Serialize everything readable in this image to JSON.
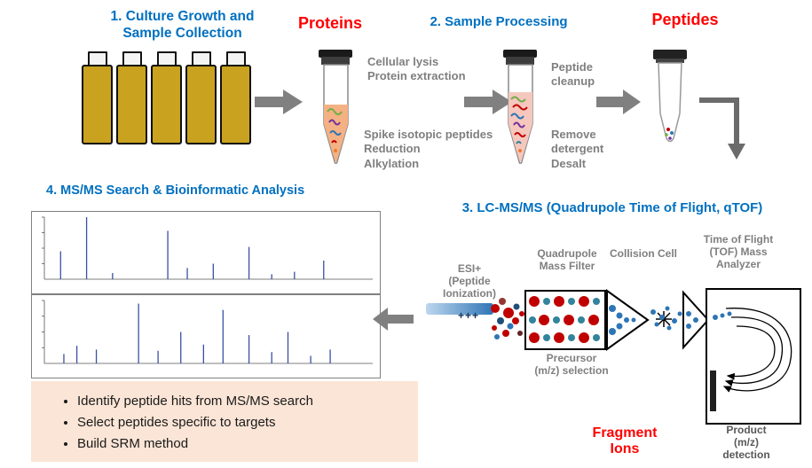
{
  "step1_title": "1. Culture Growth and\nSample Collection",
  "proteins_label": "Proteins",
  "step2_title": "2. Sample Processing",
  "peptides_label": "Peptides",
  "annotations": {
    "lysis": "Cellular lysis\nProtein extraction",
    "spike": "Spike isotopic peptides\nReduction\nAlkylation",
    "cleanup": "Peptide\ncleanup",
    "detergent": "Remove\ndetergent\nDesalt"
  },
  "step4_title": "4. MS/MS Search & Bioinformatic Analysis",
  "step3_title": "3. LC-MS/MS (Quadrupole Time of Flight, qTOF)",
  "qtof": {
    "esi": "ESI+\n(Peptide\nIonization)",
    "plus": "+++",
    "quadrupole": "Quadrupole\nMass Filter",
    "collision": "Collision Cell",
    "tof": "Time of Flight\n(TOF) Mass\nAnalyzer",
    "precursor": "Precursor\n(m/z) selection",
    "fragment": "Fragment\nIons",
    "product": "Product\n(m/z)\ndetection"
  },
  "summary_bullets": [
    "Identify peptide hits from MS/MS search",
    "Select peptides specific to targets",
    "Build SRM method"
  ],
  "colors": {
    "heading_blue": "#0070C0",
    "label_red": "#FF0000",
    "annotation_gray": "#7F7F7F",
    "bottle_gold": "#C9A21F",
    "summary_bg": "#FBE5D6",
    "arrow_gray": "#808080",
    "peak_blue": "#3A4FA5"
  },
  "chart_data": [
    {
      "type": "line",
      "style": "stick-spectrum",
      "title": "",
      "xlabel": "",
      "ylabel": "",
      "x_scale": "relative-percent",
      "peaks": [
        {
          "x": 5,
          "h": 0.45
        },
        {
          "x": 13,
          "h": 1.0
        },
        {
          "x": 21,
          "h": 0.1
        },
        {
          "x": 38,
          "h": 0.78
        },
        {
          "x": 44,
          "h": 0.18
        },
        {
          "x": 52,
          "h": 0.25
        },
        {
          "x": 63,
          "h": 0.52
        },
        {
          "x": 70,
          "h": 0.08
        },
        {
          "x": 77,
          "h": 0.12
        },
        {
          "x": 86,
          "h": 0.3
        }
      ]
    },
    {
      "type": "line",
      "style": "stick-spectrum",
      "title": "",
      "xlabel": "",
      "ylabel": "",
      "x_scale": "relative-percent",
      "peaks": [
        {
          "x": 6,
          "h": 0.15
        },
        {
          "x": 10,
          "h": 0.28
        },
        {
          "x": 16,
          "h": 0.22
        },
        {
          "x": 29,
          "h": 0.95
        },
        {
          "x": 35,
          "h": 0.2
        },
        {
          "x": 42,
          "h": 0.5
        },
        {
          "x": 49,
          "h": 0.3
        },
        {
          "x": 55,
          "h": 0.85
        },
        {
          "x": 63,
          "h": 0.45
        },
        {
          "x": 70,
          "h": 0.18
        },
        {
          "x": 75,
          "h": 0.5
        },
        {
          "x": 82,
          "h": 0.12
        },
        {
          "x": 88,
          "h": 0.22
        }
      ]
    }
  ]
}
